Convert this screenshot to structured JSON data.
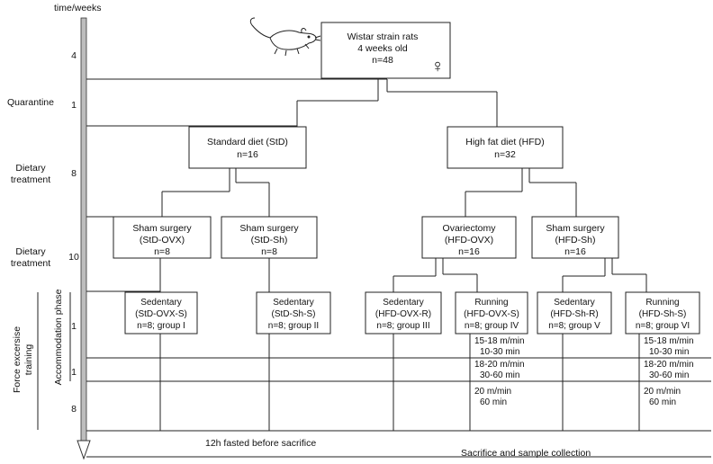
{
  "axis": {
    "title": "time/weeks",
    "durations": [
      "4",
      "1",
      "8",
      "10",
      "1",
      "1",
      "8"
    ]
  },
  "phases": {
    "quarantine": "Quarantine",
    "dietary_1": [
      "Dietary",
      "treatment"
    ],
    "dietary_2": [
      "Dietary",
      "treatment"
    ],
    "accommodation": "Accommodation phase",
    "force_exercise": [
      "Force excersise",
      "training"
    ]
  },
  "nodes": {
    "root": [
      "Wistar strain rats",
      "4 weeks old",
      "n=48"
    ],
    "root_symbol": "♀",
    "std_diet": [
      "Standard diet (StD)",
      "n=16"
    ],
    "hfd": [
      "High fat diet (HFD)",
      "n=32"
    ],
    "std_ovx": [
      "Sham surgery",
      "(StD-OVX)",
      "n=8"
    ],
    "std_sh": [
      "Sham surgery",
      "(StD-Sh)",
      "n=8"
    ],
    "hfd_ovx": [
      "Ovariectomy",
      "(HFD-OVX)",
      "n=16"
    ],
    "hfd_sh": [
      "Sham surgery",
      "(HFD-Sh)",
      "n=16"
    ],
    "g1": [
      "Sedentary",
      "(StD-OVX-S)",
      "n=8; group I"
    ],
    "g2": [
      "Sedentary",
      "(StD-Sh-S)",
      "n=8; group II"
    ],
    "g3": [
      "Sedentary",
      "(HFD-OVX-R)",
      "n=8; group III"
    ],
    "g4": [
      "Running",
      "(HFD-OVX-S)",
      "n=8; group IV"
    ],
    "g5": [
      "Sedentary",
      "(HFD-Sh-R)",
      "n=8; group V"
    ],
    "g6": [
      "Running",
      "(HFD-Sh-S)",
      "n=8; group VI"
    ]
  },
  "training": {
    "stage1": [
      "15-18 m/min",
      "10-30 min"
    ],
    "stage2": [
      "18-20 m/min",
      "30-60 min"
    ],
    "stage3": [
      "20 m/min",
      "60 min"
    ]
  },
  "footer": {
    "fasted": "12h fasted before sacrifice",
    "sacrifice": "Sacrifice and sample collection"
  }
}
